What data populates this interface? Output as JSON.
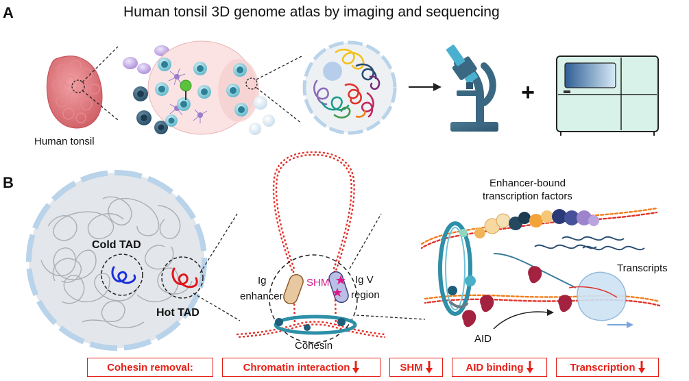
{
  "panel_a": {
    "letter": "A",
    "title": "Human tonsil 3D genome atlas by imaging and sequencing",
    "tonsil_label": "Human tonsil",
    "plus": "+"
  },
  "panel_b": {
    "letter": "B",
    "cold_tad": "Cold TAD",
    "hot_tad": "Hot TAD",
    "ig_enhancer_1": "Ig",
    "ig_enhancer_2": "enhancer",
    "shm": "SHM",
    "ig_v_1": "Ig V",
    "ig_v_2": "region",
    "cohesin": "Cohesin",
    "tf_1": "Enhancer-bound",
    "tf_2": "transcription factors",
    "transcripts": "Transcripts",
    "aid": "AID"
  },
  "effects": {
    "cohesin_removal": "Cohesin removal:",
    "items": [
      "Chromatin interaction",
      "SHM",
      "AID binding",
      "Transcription"
    ]
  },
  "colors": {
    "red": "#e62117",
    "dna_red": "#e0332b",
    "dna_orange": "#f07d1a",
    "cell_blue": "#4fb3c8",
    "nucleus_gray": "#e3e6ea",
    "membrane_blue": "#b8d3ea"
  }
}
